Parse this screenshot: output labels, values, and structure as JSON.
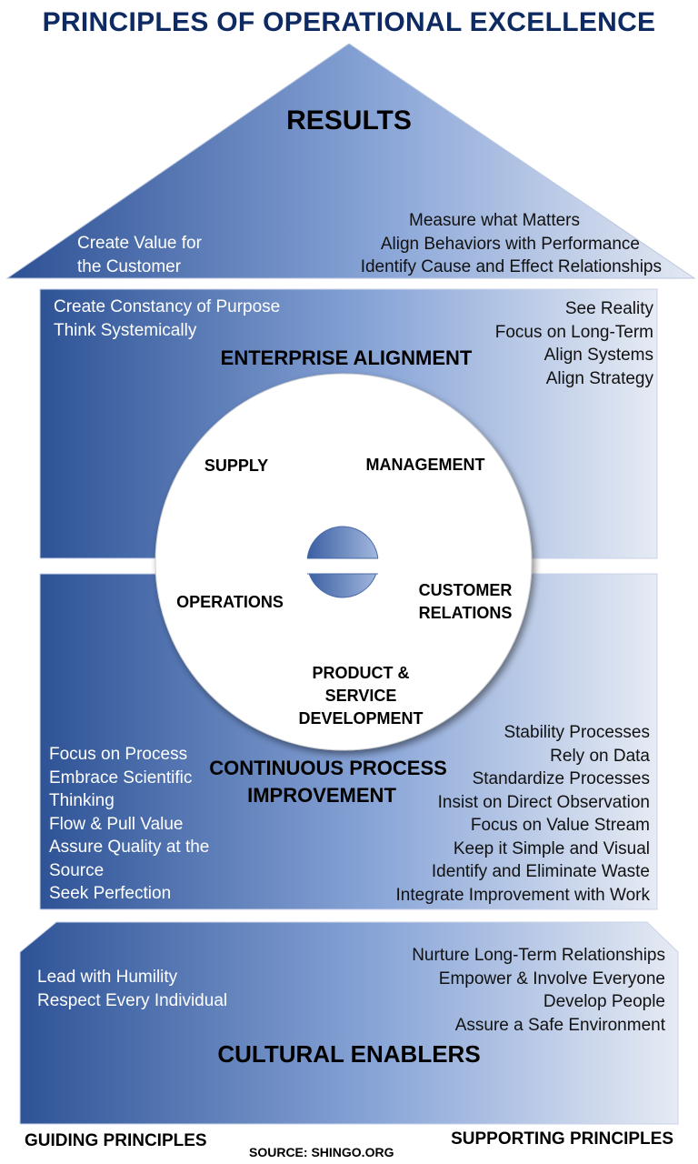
{
  "title": "PRINCIPLES OF OPERATIONAL EXCELLENCE",
  "results": {
    "heading": "RESULTS",
    "left": [
      "Create Value for",
      "the Customer"
    ],
    "right": [
      "Measure what Matters",
      "Align Behaviors with Performance",
      "Identify Cause and Effect Relationships"
    ]
  },
  "enterprise": {
    "heading": "ENTERPRISE ALIGNMENT",
    "left": [
      "Create Constancy of Purpose",
      "Think Systemically"
    ],
    "right": [
      "See Reality",
      "Focus on Long-Term",
      "Align Systems",
      "Align Strategy"
    ]
  },
  "wheel": {
    "supply": "SUPPLY",
    "management": "MANAGEMENT",
    "operations": "OPERATIONS",
    "customer_relations": [
      "CUSTOMER",
      "RELATIONS"
    ],
    "product": [
      "PRODUCT &",
      "SERVICE",
      "DEVELOPMENT"
    ]
  },
  "cpi": {
    "heading": [
      "CONTINUOUS PROCESS",
      "IMPROVEMENT"
    ],
    "left": [
      "Focus on Process",
      "Embrace Scientific",
      "Thinking",
      "Flow & Pull Value",
      "Assure Quality at the",
      "Source",
      "Seek Perfection"
    ],
    "right": [
      "Stability Processes",
      "Rely on Data",
      "Standardize Processes",
      "Insist on Direct Observation",
      "Focus on Value Stream",
      "Keep it Simple and Visual",
      "Identify and Eliminate Waste",
      "Integrate Improvement with Work"
    ]
  },
  "cultural": {
    "heading": "CULTURAL ENABLERS",
    "left": [
      "Lead with Humility",
      "Respect Every Individual"
    ],
    "right": [
      "Nurture Long-Term Relationships",
      "Empower & Involve Everyone",
      "Develop People",
      "Assure a Safe Environment"
    ]
  },
  "footer": {
    "guiding": "GUIDING PRINCIPLES",
    "source": "SOURCE: SHINGO.ORG",
    "supporting": "SUPPORTING PRINCIPLES"
  },
  "colors": {
    "dark_blue": "#2e5396",
    "light_blue": "#e4e9f3",
    "title_blue": "#0e2a63"
  }
}
